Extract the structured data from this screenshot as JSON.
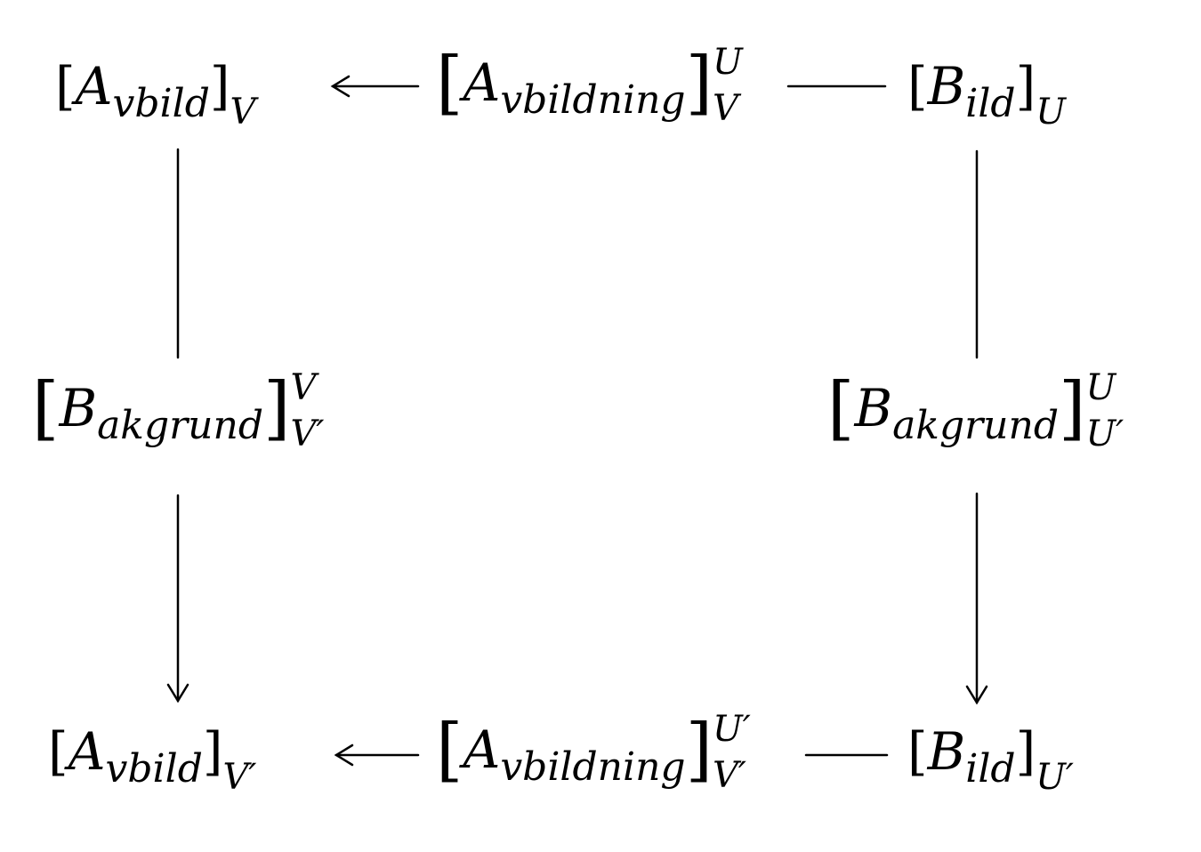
{
  "nodes": {
    "top_left": {
      "open": "[",
      "base": "A",
      "sub": "vbild",
      "close": "]",
      "outer_sub": "V"
    },
    "top_mid": {
      "open": "[",
      "base": "A",
      "sub": "vbildning",
      "close": "]",
      "sup": "U",
      "outer_sub": "V"
    },
    "top_right": {
      "open": "[",
      "base": "B",
      "sub": "ild",
      "close": "]",
      "outer_sub": "U"
    },
    "mid_left": {
      "open": "[",
      "base": "B",
      "sub": "akgrund",
      "close": "]",
      "sup": "V",
      "outer_sub": "V′"
    },
    "mid_right": {
      "open": "[",
      "base": "B",
      "sub": "akgrund",
      "close": "]",
      "sup": "U",
      "outer_sub": "U′"
    },
    "bot_left": {
      "open": "[",
      "base": "A",
      "sub": "vbild",
      "close": "]",
      "outer_sub": "V′"
    },
    "bot_mid": {
      "open": "[",
      "base": "A",
      "sub": "vbildning",
      "close": "]",
      "sup": "U′",
      "outer_sub": "V′"
    },
    "bot_right": {
      "open": "[",
      "base": "B",
      "sub": "ild",
      "close": "]",
      "outer_sub": "U′"
    }
  },
  "edges": [
    {
      "from": "top_mid",
      "to": "top_left",
      "arrow": true
    },
    {
      "from": "top_right",
      "to": "top_mid",
      "arrow": false
    },
    {
      "from": "top_left",
      "to": "mid_left",
      "arrow": false
    },
    {
      "from": "top_right",
      "to": "mid_right",
      "arrow": false
    },
    {
      "from": "mid_left",
      "to": "bot_left",
      "arrow": true
    },
    {
      "from": "mid_right",
      "to": "bot_right",
      "arrow": true
    },
    {
      "from": "bot_mid",
      "to": "bot_left",
      "arrow": true
    },
    {
      "from": "bot_right",
      "to": "bot_mid",
      "arrow": false
    }
  ]
}
